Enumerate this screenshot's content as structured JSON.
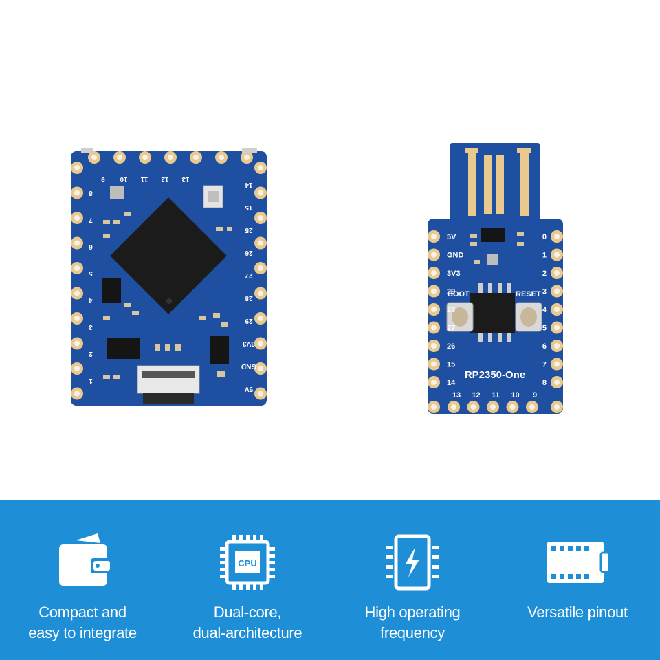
{
  "board_right": {
    "model_label": "RP2350-One",
    "button_left": "BOOT",
    "button_right": "RESET",
    "left_pins": [
      "5V",
      "GND",
      "3V3",
      "29",
      "28",
      "27",
      "26",
      "15",
      "14"
    ],
    "right_pins": [
      "0",
      "1",
      "2",
      "3",
      "4",
      "5",
      "6",
      "7",
      "8"
    ],
    "bottom_pins": [
      "13",
      "12",
      "11",
      "10",
      "9"
    ]
  },
  "board_left": {
    "right_pins": [
      "14",
      "15",
      "25",
      "26",
      "27",
      "28",
      "29",
      "3V3",
      "GND",
      "5V"
    ],
    "left_pins": [
      "8",
      "7",
      "6",
      "5",
      "4",
      "3",
      "2",
      "1"
    ],
    "top_pins": [
      "9",
      "10",
      "11",
      "12",
      "13"
    ]
  },
  "features": [
    {
      "icon": "wallet-icon",
      "lines": [
        "Compact and",
        "easy to integrate"
      ]
    },
    {
      "icon": "cpu-icon",
      "icon_text": "CPU",
      "lines": [
        "Dual-core,",
        "dual-architecture"
      ]
    },
    {
      "icon": "lightning-chip-icon",
      "lines": [
        "High operating",
        "frequency"
      ]
    },
    {
      "icon": "pinout-icon",
      "lines": [
        "Versatile pinout"
      ]
    }
  ],
  "colors": {
    "band": "#1e8fd6",
    "pcb": "#1f4fa0",
    "pad": "#e9c98e",
    "chip": "#1b1b1b"
  }
}
